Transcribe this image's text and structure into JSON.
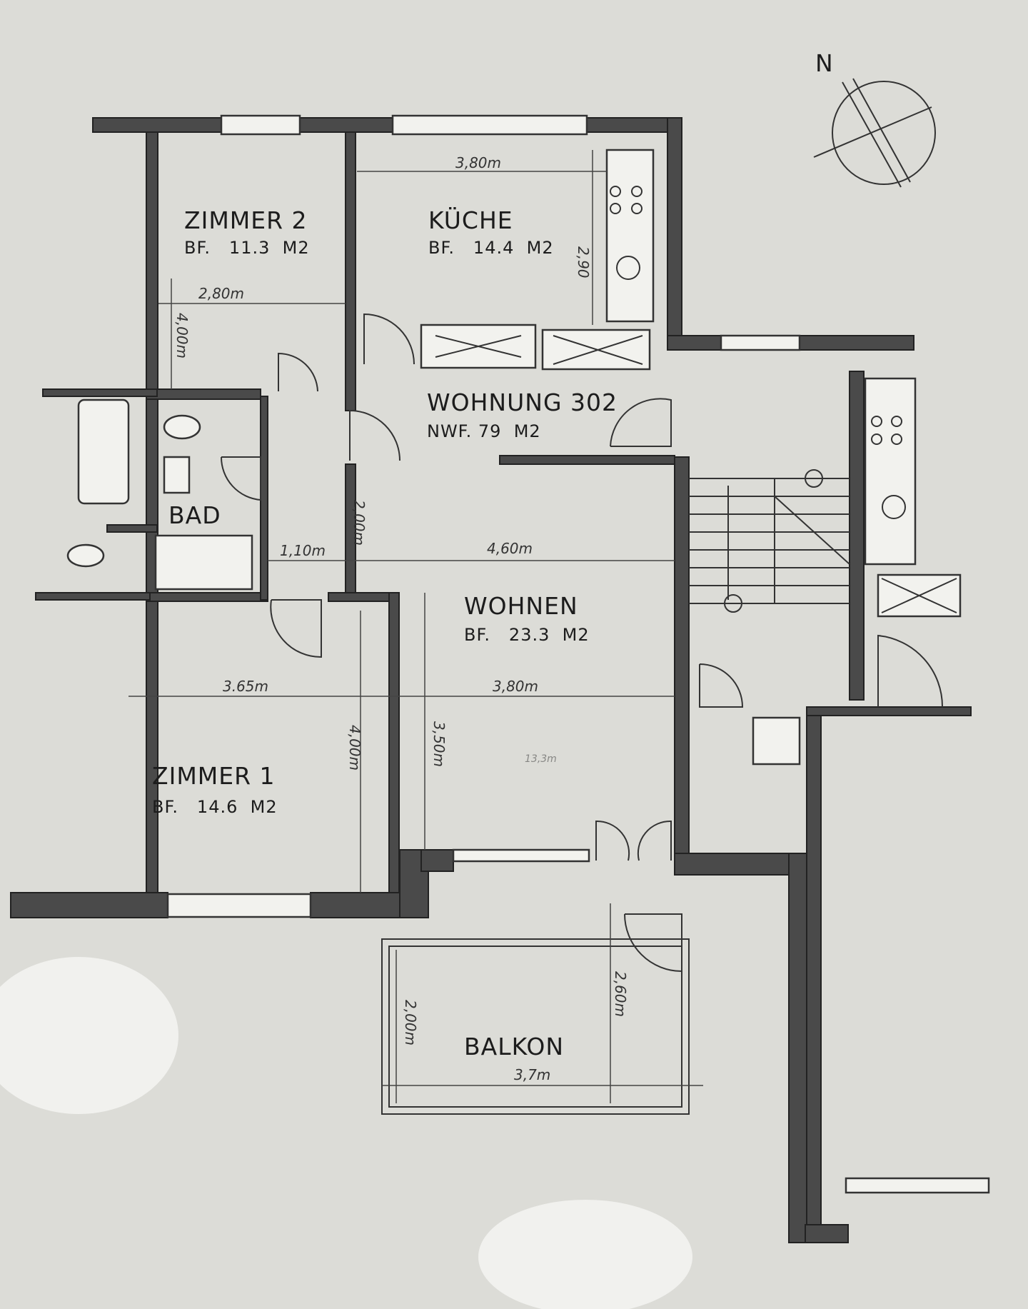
{
  "compass": {
    "north": "N"
  },
  "rooms": {
    "zimmer2": {
      "name": "ZIMMER 2",
      "area": "BF.   11.3  M2"
    },
    "kueche": {
      "name": "KÜCHE",
      "area": "BF.   14.4  M2"
    },
    "wohnung": {
      "name": "WOHNUNG 302",
      "area": "NWF. 79  M2"
    },
    "bad": {
      "name": "BAD"
    },
    "wohnen": {
      "name": "WOHNEN",
      "area": "BF.   23.3  M2"
    },
    "zimmer1": {
      "name": "ZIMMER 1",
      "area": "BF.   14.6  M2"
    },
    "balkon": {
      "name": "BALKON"
    }
  },
  "dimensions": {
    "kueche_width": "3,80m",
    "kueche_depth": "2,90",
    "zimmer2_width": "2,80m",
    "zimmer2_depth": "4,00m",
    "flur_depth": "2,00m",
    "bad_width": "1,10m",
    "wohnen_width": "4,60m",
    "zimmer1_width": "3.65m",
    "zimmer1_depth": "4,00m",
    "wohnen_depth": "3,50m",
    "wohnen_inner_width": "3,80m",
    "wohnen_note": "13,3m",
    "balkon_depth_left": "2,00m",
    "balkon_depth_right": "2,60m",
    "balkon_width": "3,7m"
  }
}
